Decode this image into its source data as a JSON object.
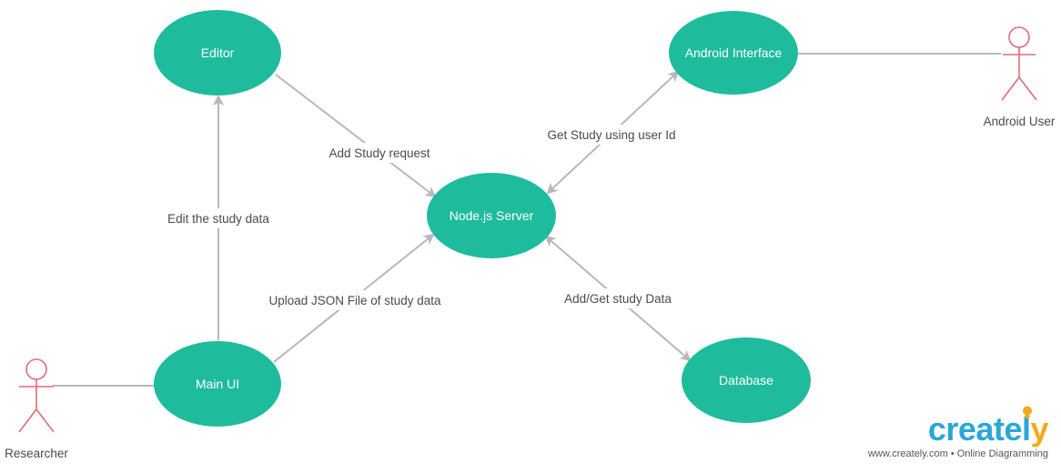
{
  "nodes": {
    "editor": "Editor",
    "android_interface": "Android Interface",
    "nodejs_server": "Node.js Server",
    "main_ui": "Main UI",
    "database": "Database"
  },
  "actors": {
    "android_user": "Android User",
    "researcher": "Researcher"
  },
  "edges": {
    "add_study_request": "Add Study request",
    "get_study_user_id": "Get Study using user Id",
    "edit_study_data": "Edit the study data",
    "upload_json": "Upload JSON File of study data",
    "add_get_study": "Add/Get study Data"
  },
  "brand": {
    "logo": "creately",
    "tagline": "www.creately.com • Online Diagramming"
  },
  "colors": {
    "node_fill": "#1ebc9c",
    "actor_stroke": "#e06c75",
    "edge": "#b8b8b8"
  }
}
